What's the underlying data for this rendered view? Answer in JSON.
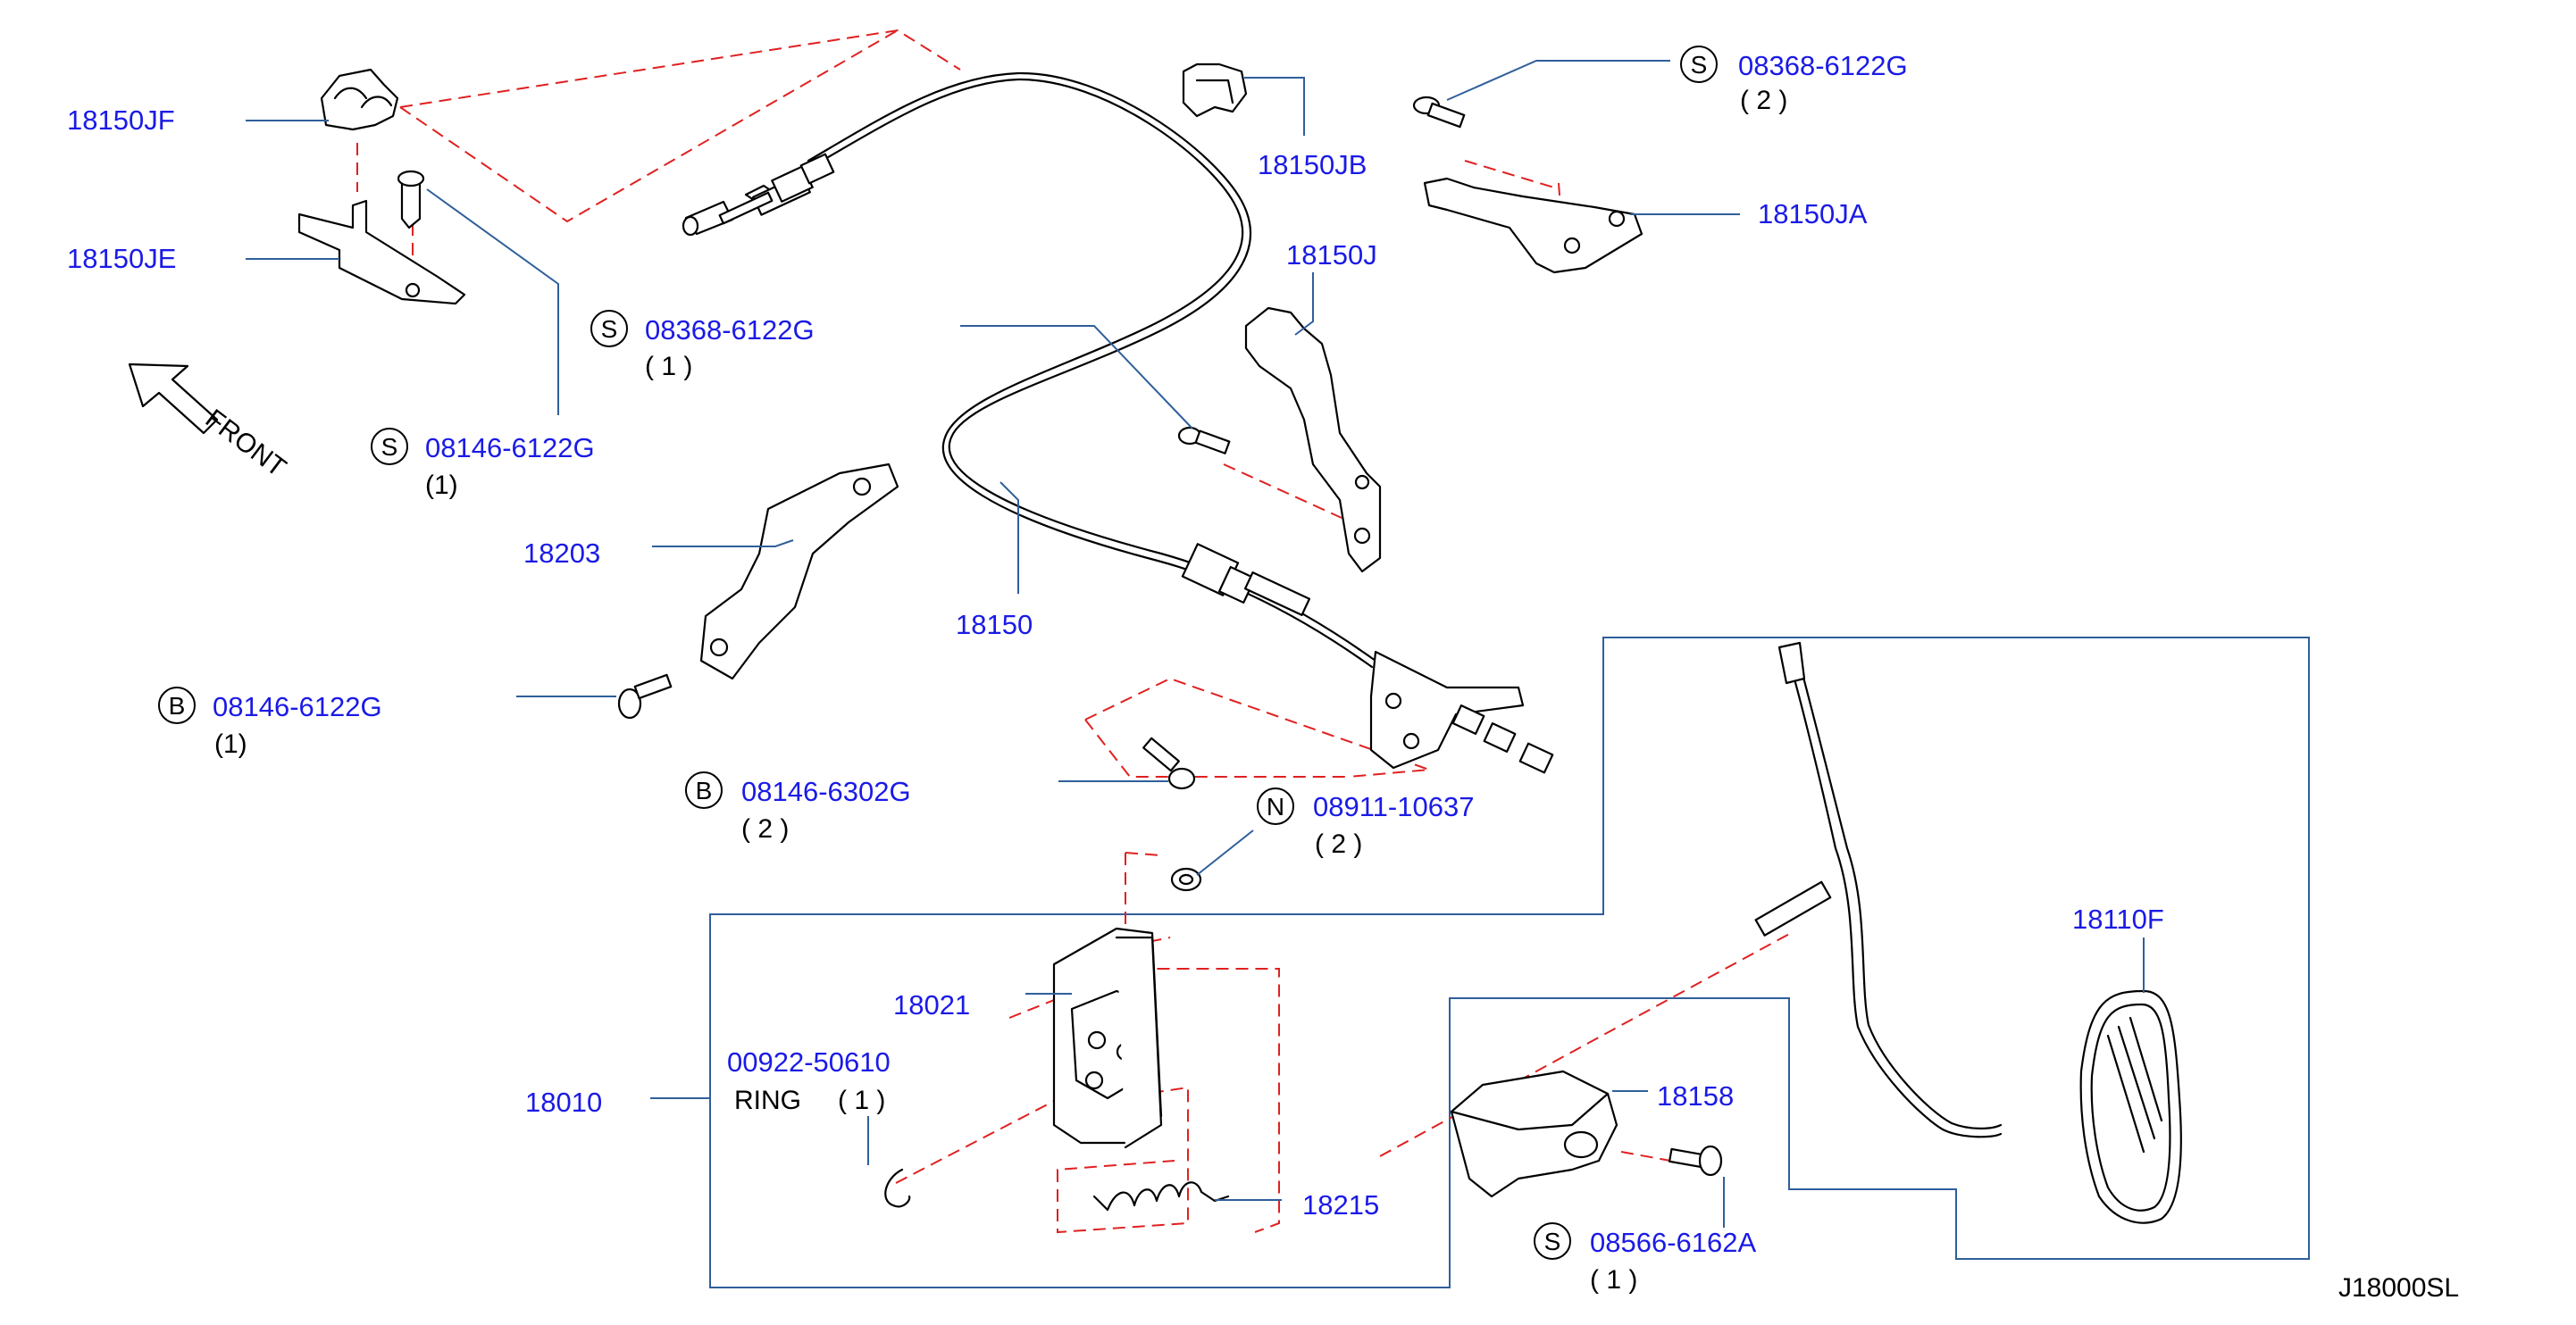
{
  "diagram_code": "J18000SL",
  "direction_label": "FRONT",
  "parts": [
    {
      "id": "p-18150JF",
      "number": "18150JF"
    },
    {
      "id": "p-18150JE",
      "number": "18150JE"
    },
    {
      "id": "p-18150JB",
      "number": "18150JB"
    },
    {
      "id": "p-18150JA",
      "number": "18150JA"
    },
    {
      "id": "p-18150J",
      "number": "18150J"
    },
    {
      "id": "p-18150",
      "number": "18150"
    },
    {
      "id": "p-18203",
      "number": "18203"
    },
    {
      "id": "p-18021",
      "number": "18021"
    },
    {
      "id": "p-18010",
      "number": "18010"
    },
    {
      "id": "p-18215",
      "number": "18215"
    },
    {
      "id": "p-18158",
      "number": "18158"
    },
    {
      "id": "p-18110F",
      "number": "18110F"
    }
  ],
  "ring": {
    "number": "00922-50610",
    "name": "RING",
    "qty": "( 1 )"
  },
  "fasteners": [
    {
      "id": "f-s-08368-top",
      "symbol": "S",
      "number": "08368-6122G",
      "qty": "( 2 )"
    },
    {
      "id": "f-s-08368-mid",
      "symbol": "S",
      "number": "08368-6122G",
      "qty": "( 1 )"
    },
    {
      "id": "f-s-08146",
      "symbol": "S",
      "number": "08146-6122G",
      "qty": "(1)"
    },
    {
      "id": "f-b-08146-6122",
      "symbol": "B",
      "number": "08146-6122G",
      "qty": "(1)"
    },
    {
      "id": "f-b-08146-6302",
      "symbol": "B",
      "number": "08146-6302G",
      "qty": "( 2  )"
    },
    {
      "id": "f-n-08911",
      "symbol": "N",
      "number": "08911-10637",
      "qty": "( 2  )"
    },
    {
      "id": "f-s-08566",
      "symbol": "S",
      "number": "08566-6162A",
      "qty": "( 1 )"
    }
  ]
}
